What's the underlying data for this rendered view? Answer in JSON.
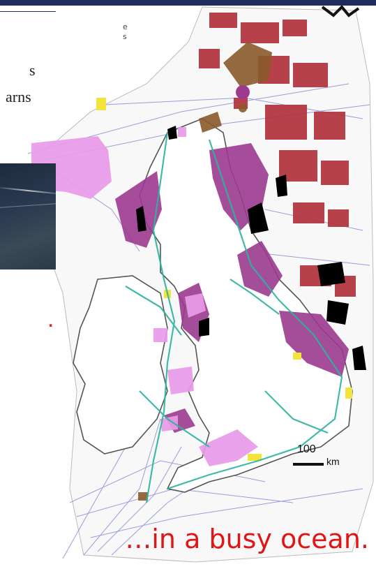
{
  "slide": {
    "text_fragment_1": "s",
    "text_fragment_2": "arns",
    "tiny_label_1": "e",
    "tiny_label_2": "s",
    "red_punctuation": ".",
    "caption": "…in a busy ocean."
  },
  "map": {
    "scale_value": "100",
    "scale_unit": "km",
    "colors": {
      "land_outline": "#555555",
      "shipping_lanes": "#7b7fd0",
      "cables": "#2fb3a0",
      "wind_zones": "#9b3a8f",
      "oil_gas": "#b2323d",
      "aggregates": "#e89be8",
      "aquaculture": "#8b5a2b",
      "military": "#000000",
      "ports": "#f2e43a"
    }
  }
}
